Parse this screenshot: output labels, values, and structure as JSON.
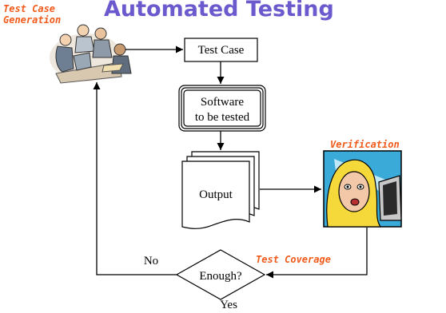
{
  "title": "Automated Testing",
  "labels": {
    "test_case_generation_line1": "Test Case",
    "test_case_generation_line2": "Generation",
    "verification": "Verification",
    "test_coverage": "Test Coverage"
  },
  "nodes": {
    "test_case": "Test Case",
    "software_line1": "Software",
    "software_line2": "to be tested",
    "output": "Output",
    "enough": "Enough?"
  },
  "edges": {
    "no": "No",
    "yes": "Yes"
  },
  "icons": {
    "team": "business-team-icon",
    "reviewer": "woman-at-computer-icon"
  },
  "colors": {
    "title": "#6a5acd",
    "tag": "#f05a1a",
    "line": "#000000"
  }
}
